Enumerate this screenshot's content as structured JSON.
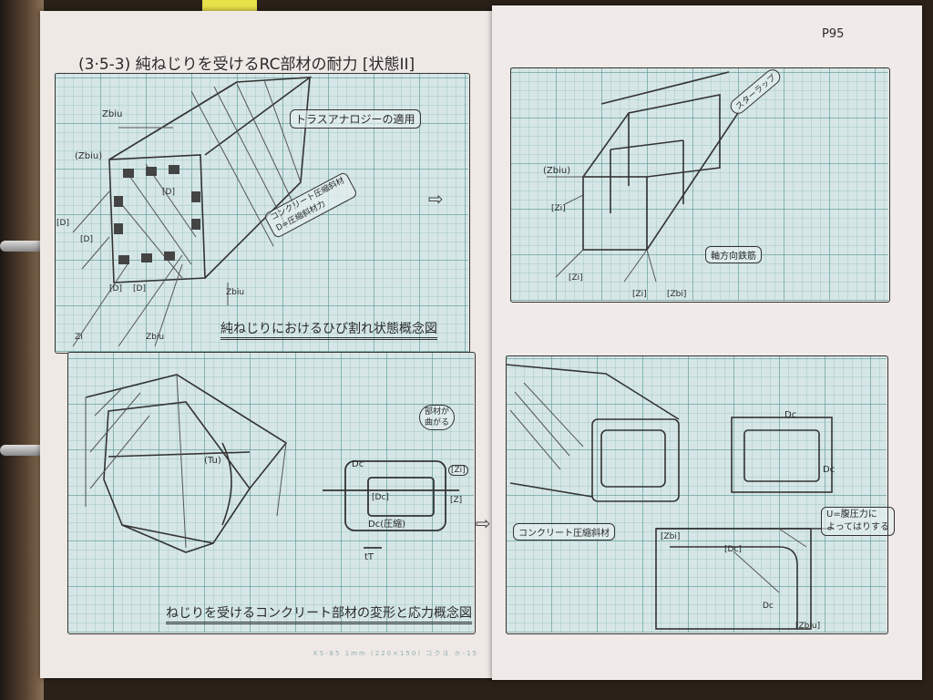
{
  "page_number": "P95",
  "left_page": {
    "title": "(3·5-3) 純ねじりを受けるRC部材の耐力 [状態II]",
    "figure1": {
      "caption": "純ねじりにおけるひび割れ状態概念図",
      "callout_truss": "トラスアナロジーの適用",
      "callout_strut_line1": "コンクリート圧縮斜材",
      "callout_strut_line2": "D=圧縮斜材力",
      "labels": [
        "Zbiu",
        "(Zbiu)",
        "[D]",
        "[D]",
        "[D]",
        "[D]",
        "[D]",
        "Zbiu",
        "Zbiu",
        "Zi"
      ]
    },
    "figure2": {
      "caption": "ねじりを受けるコンクリート部材の変形と応力概念図",
      "bubble_line1": "部材が",
      "bubble_line2": "曲がる",
      "labels": {
        "tu": "(Tu)",
        "dc_top": "Dc",
        "dc_bottom": "Dc(圧縮)",
        "dc_bracket": "[Dc]",
        "zi": "[Zi]",
        "z": "[Z]",
        "tt": "tT"
      }
    },
    "footer": "KS-85   1mm (220×150)   コクヨ   ホ-15"
  },
  "right_page": {
    "figure3": {
      "stirrup": "スターラップ",
      "longitudinal_bar": "軸方向鉄筋",
      "labels": [
        "(Zbiu)",
        "[Zi]",
        "[Zi]",
        "[Zi]",
        "[Zbi]"
      ]
    },
    "figure4": {
      "callout_strut": "コンクリート圧縮斜材",
      "callout_u_line1": "U=腹圧力に",
      "callout_u_line2": "よってはりする",
      "labels": [
        "Dc",
        "Dc",
        "[Zbi]",
        "[Dc]",
        "Dc",
        "[Zbiu]"
      ]
    }
  },
  "arrow_symbol": "⇨"
}
